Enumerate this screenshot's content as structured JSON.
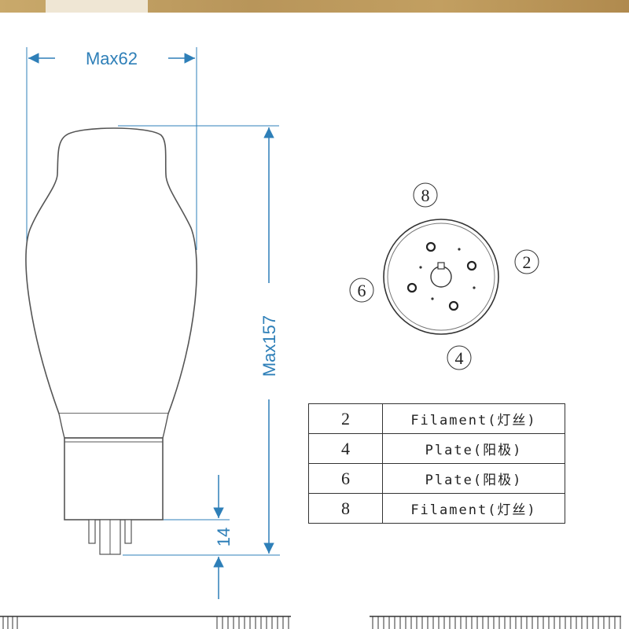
{
  "dimensions": {
    "width_label": "Max62",
    "height_label": "Max157",
    "pin_length_label": "14"
  },
  "socket": {
    "pin_labels": {
      "top": "8",
      "right": "2",
      "bottom": "4",
      "left": "6"
    }
  },
  "pin_table": {
    "rows": [
      {
        "pin": "2",
        "function": "Filament(灯丝)"
      },
      {
        "pin": "4",
        "function": "Plate(阳极)"
      },
      {
        "pin": "6",
        "function": "Plate(阳极)"
      },
      {
        "pin": "8",
        "function": "Filament(灯丝)"
      }
    ]
  },
  "colors": {
    "dimension_line": "#2e7fb8",
    "outline": "#555555",
    "brand_strip": "#c29f61"
  }
}
